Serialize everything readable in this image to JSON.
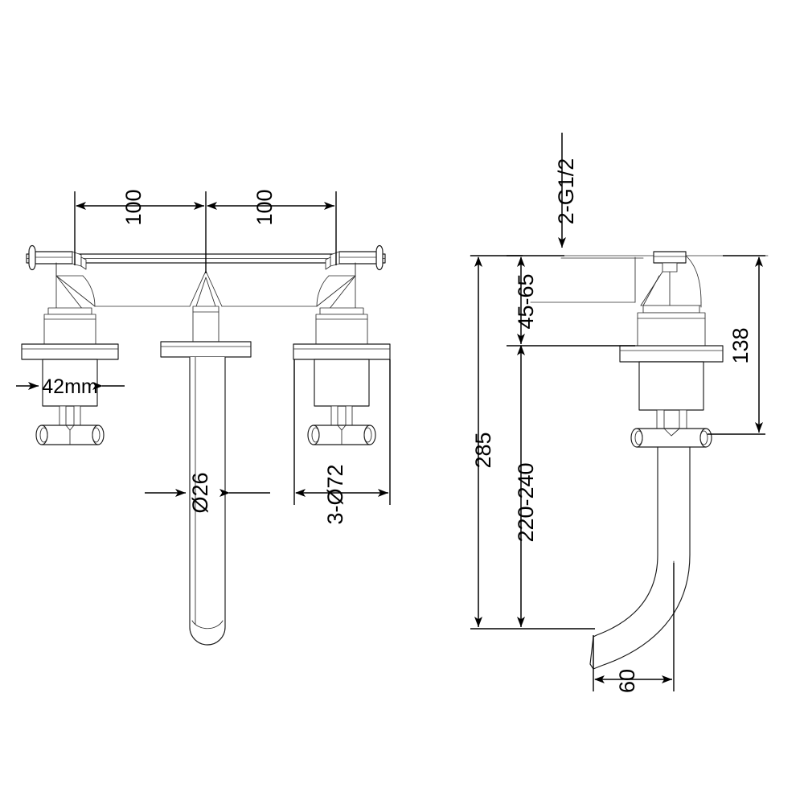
{
  "drawing": {
    "title": "Wall-mounted three-hole basin mixer tap — dimensioned technical drawing",
    "background_color": "#ffffff",
    "line_color": "#1a1a1a",
    "dimension_color": "#000000",
    "views": [
      {
        "name": "front-view",
        "label": ""
      },
      {
        "name": "side-view",
        "label": ""
      }
    ]
  },
  "dimensions": {
    "front": {
      "spacing_left": "100",
      "spacing_right": "100",
      "escutcheon_width": "42mm",
      "spout_diameter": "Ø26",
      "flange_diameter": "3-Ø72"
    },
    "side": {
      "inlet_thread": "2-G1/2",
      "wall_depth": "45-65",
      "projection_total": "138",
      "height_overall": "285",
      "height_spout": "220-240",
      "spout_outlet_width": "60"
    }
  },
  "labels": [
    {
      "id": "dim-100-left",
      "text": "100",
      "orientation": "vertical"
    },
    {
      "id": "dim-100-right",
      "text": "100",
      "orientation": "vertical"
    },
    {
      "id": "dim-42mm",
      "text": "42mm",
      "orientation": "horizontal"
    },
    {
      "id": "dim-d26",
      "text": "Ø26",
      "orientation": "vertical"
    },
    {
      "id": "dim-3d72",
      "text": "3-Ø72",
      "orientation": "vertical"
    },
    {
      "id": "dim-2g12",
      "text": "2-G1/2",
      "orientation": "vertical"
    },
    {
      "id": "dim-45-65",
      "text": "45-65",
      "orientation": "vertical"
    },
    {
      "id": "dim-138",
      "text": "138",
      "orientation": "vertical"
    },
    {
      "id": "dim-285",
      "text": "285",
      "orientation": "vertical"
    },
    {
      "id": "dim-220-240",
      "text": "220-240",
      "orientation": "vertical"
    },
    {
      "id": "dim-60",
      "text": "60",
      "orientation": "vertical"
    }
  ]
}
